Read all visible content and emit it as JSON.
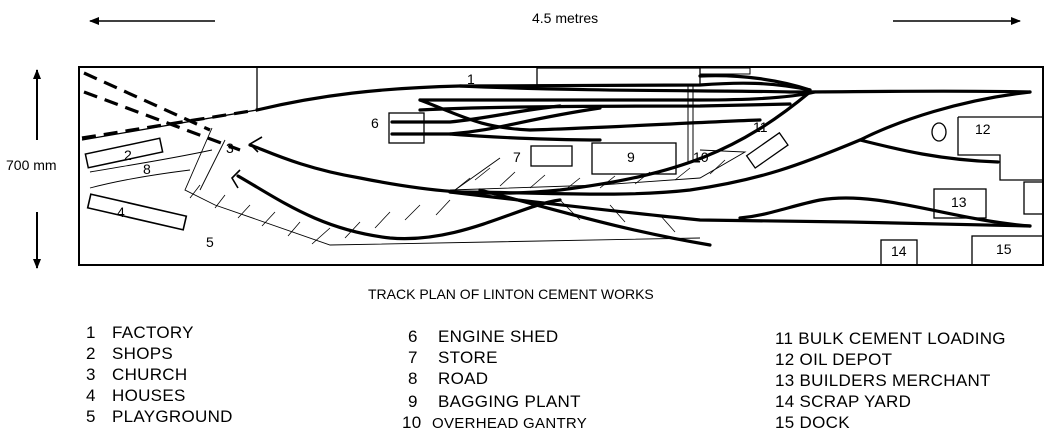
{
  "dimensions": {
    "width": "4.5 metres",
    "height": "700 mm"
  },
  "caption": "TRACK PLAN OF LINTON CEMENT WORKS",
  "labels": {
    "l1": "1",
    "l2": "2",
    "l3": "3",
    "l4": "4",
    "l5": "5",
    "l6": "6",
    "l7": "7",
    "l8": "8",
    "l9": "9",
    "l10": "10",
    "l11": "11",
    "l12": "12",
    "l13": "13",
    "l14": "14",
    "l15": "15"
  },
  "legend": {
    "col1": [
      {
        "num": "1",
        "text": "FACTORY"
      },
      {
        "num": "2",
        "text": "SHOPS"
      },
      {
        "num": "3",
        "text": "CHURCH"
      },
      {
        "num": "4",
        "text": "HOUSES"
      },
      {
        "num": "5",
        "text": "PLAYGROUND"
      }
    ],
    "col2": [
      {
        "num": "6",
        "text": "ENGINE SHED"
      },
      {
        "num": "7",
        "text": "STORE"
      },
      {
        "num": "8",
        "text": "ROAD"
      },
      {
        "num": "9",
        "text": "BAGGING PLANT"
      },
      {
        "num": "10",
        "text": "OVERHEAD GANTRY"
      }
    ],
    "col3": [
      {
        "num": "11",
        "text": "BULK CEMENT LOADING"
      },
      {
        "num": "12",
        "text": "OIL DEPOT"
      },
      {
        "num": "13",
        "text": "BUILDERS MERCHANT"
      },
      {
        "num": "14",
        "text": "SCRAP YARD"
      },
      {
        "num": "15",
        "text": "DOCK"
      }
    ]
  }
}
